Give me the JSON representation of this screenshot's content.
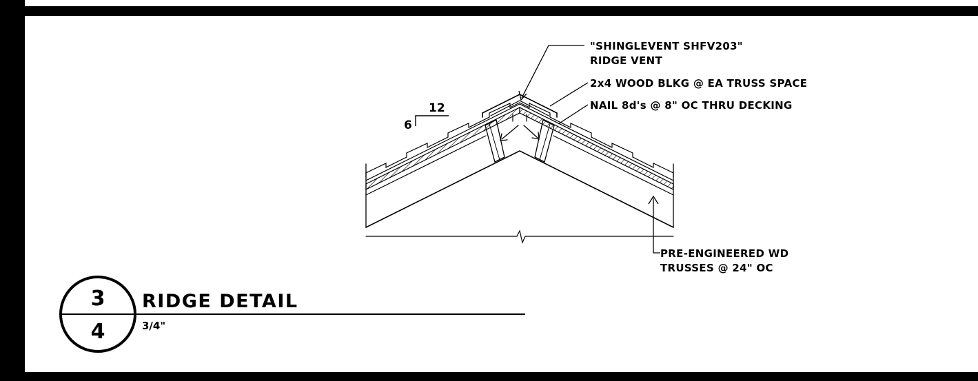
{
  "detail": {
    "number": "3",
    "sheet": "4",
    "title": "RIDGE DETAIL",
    "scale": "3/4\""
  },
  "slope": {
    "rise": "6",
    "run": "12"
  },
  "callouts": {
    "ridge_vent_line1": "\"SHINGLEVENT SHFV203\"",
    "ridge_vent_line2": "RIDGE VENT",
    "blocking": "2x4 WOOD BLKG @ EA TRUSS SPACE",
    "nailing": "NAIL 8d's @ 8\" OC THRU DECKING",
    "trusses_line1": "PRE-ENGINEERED WD",
    "trusses_line2": "TRUSSES @ 24\" OC"
  }
}
